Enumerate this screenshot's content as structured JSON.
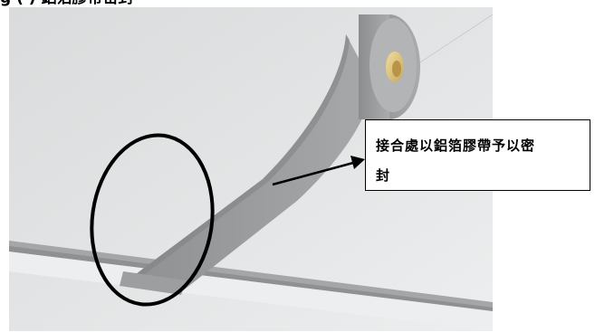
{
  "heading_fragment": "g (  )  鋁箔膠帶密封",
  "callout": {
    "line1": "接合處以鋁箔膠帶予以密",
    "line2": "封"
  }
}
